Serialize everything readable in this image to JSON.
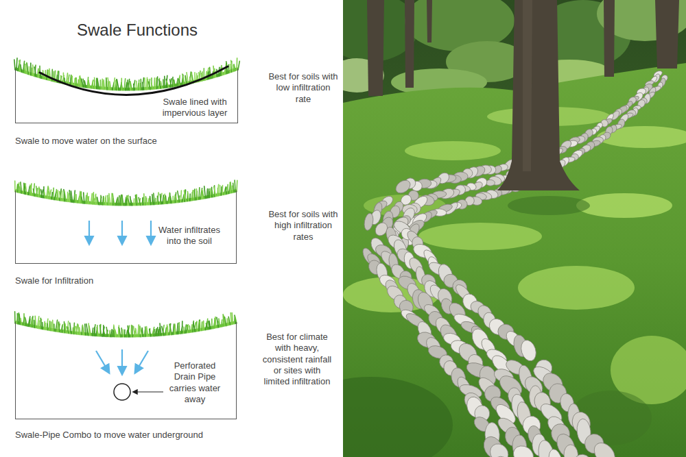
{
  "diagram": {
    "title": "Swale Functions",
    "nodes": [
      {
        "text": [
          "Swale lined with impervious layer"
        ]
      },
      {
        "text": [
          "Water infiltrates into the soil"
        ]
      },
      {
        "text": [
          "Perforated Drain Pipe carries water away"
        ]
      }
    ],
    "labels": [
      "Swale to move water on the surface",
      "Best for soils with low infiltration rate",
      "Swale for Infiltration",
      "Best for soils with high infiltration rates",
      "Swale-Pipe Combo to move water underground",
      "Best for climate with heavy, consistent rainfall or sites with limited infiltration"
    ]
  }
}
